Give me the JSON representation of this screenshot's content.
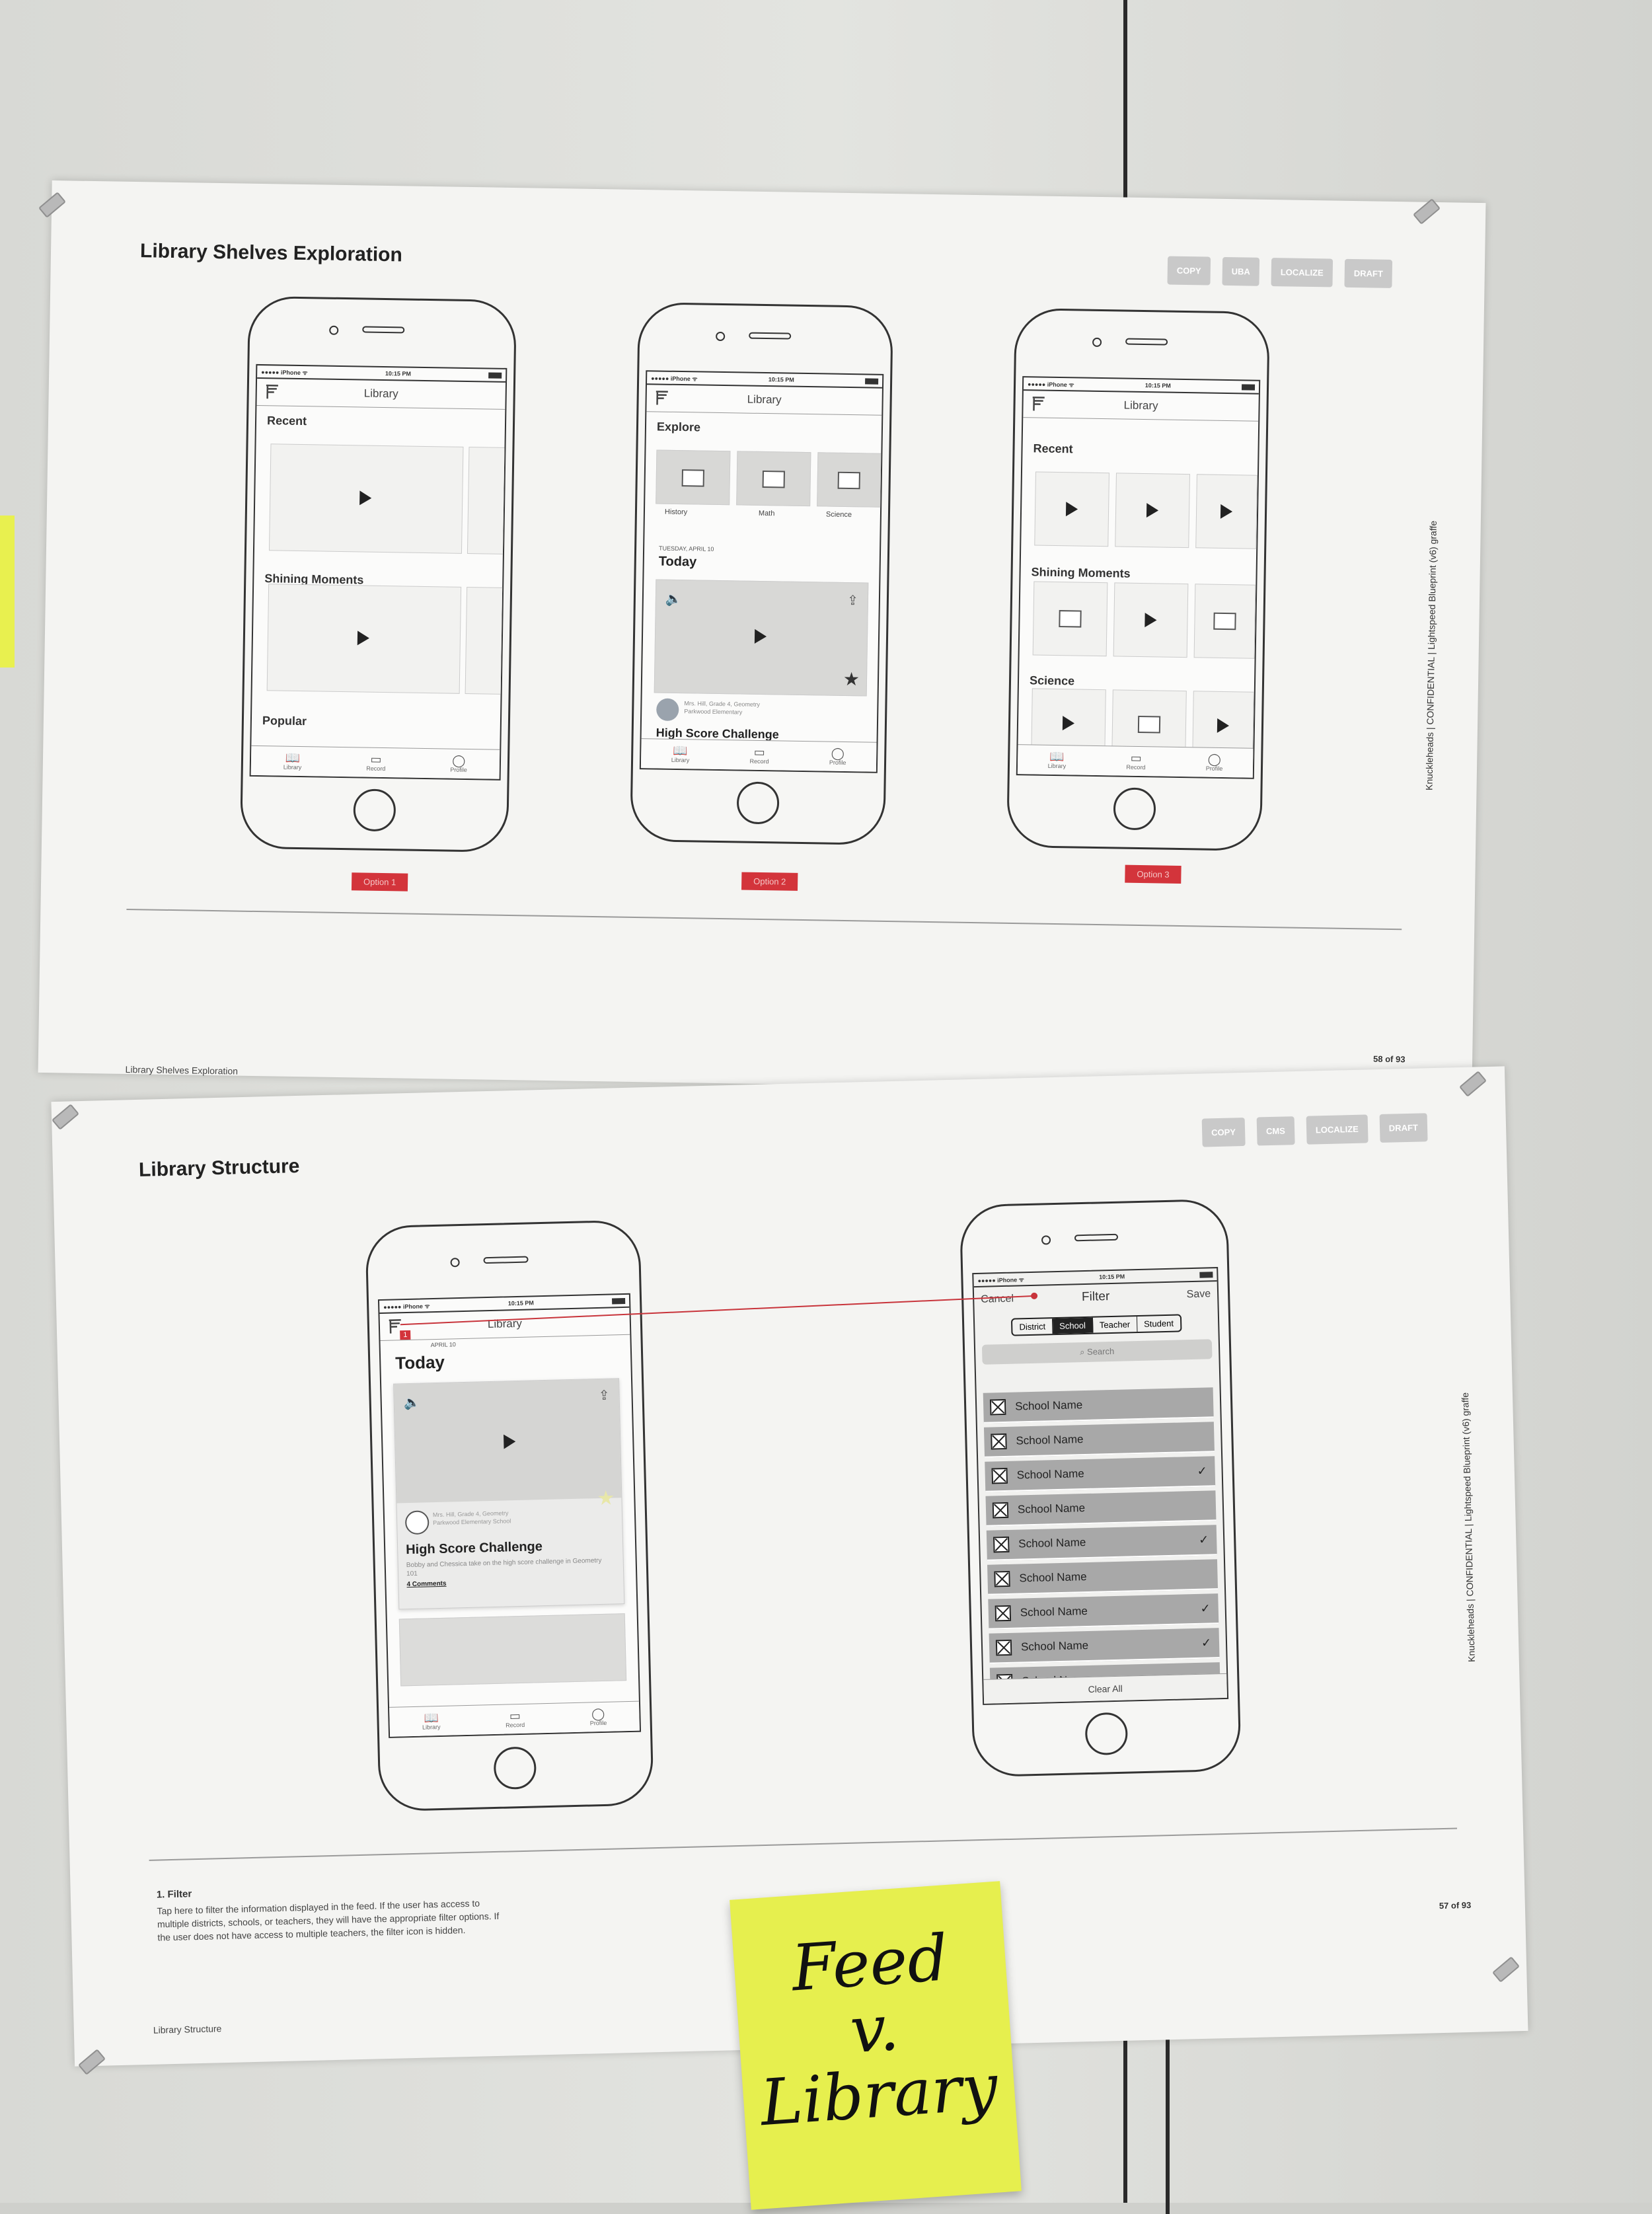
{
  "top_sheet": {
    "title": "Library Shelves Exploration",
    "tags": [
      "COPY",
      "UBA",
      "LOCALIZE",
      "DRAFT"
    ],
    "footer": "Library Shelves Exploration",
    "page": "58 of 93",
    "side_text": "Knuckleheads | CONFIDENTIAL | Lightspeed Blueprint (v6) graffe",
    "phones": [
      {
        "option": "Option 1",
        "status_left": "●●●●● iPhone ᯤ",
        "status_time": "10:15 PM",
        "nav_title": "Library",
        "sections": [
          "Recent",
          "Shining Moments",
          "Popular"
        ]
      },
      {
        "option": "Option 2",
        "status_left": "●●●●● iPhone ᯤ",
        "status_time": "10:15 PM",
        "nav_title": "Library",
        "explore_label": "Explore",
        "categories": [
          "History",
          "Math",
          "Science"
        ],
        "date": "TUESDAY, APRIL 10",
        "today_label": "Today",
        "meta": "Mrs. Hill, Grade 4, Geometry",
        "school": "Parkwood Elementary",
        "card_title": "High Score Challenge"
      },
      {
        "option": "Option 3",
        "status_left": "●●●●● iPhone ᯤ",
        "status_time": "10:15 PM",
        "nav_title": "Library",
        "sections": [
          "Recent",
          "Shining Moments",
          "Science"
        ]
      }
    ],
    "tabs": [
      "Library",
      "Record",
      "Profile"
    ]
  },
  "bottom_sheet": {
    "title": "Library Structure",
    "tags": [
      "COPY",
      "CMS",
      "LOCALIZE",
      "DRAFT"
    ],
    "footer": "Library Structure",
    "page": "57 of 93",
    "side_text": "Knuckleheads | CONFIDENTIAL | Lightspeed Blueprint (v6) graffe",
    "feed_phone": {
      "status_left": "●●●●● iPhone ᯤ",
      "status_time": "10:15 PM",
      "nav_title": "Library",
      "badge": "1",
      "date": "APRIL 10",
      "today_label": "Today",
      "meta": "Mrs. Hill, Grade 4, Geometry",
      "school": "Parkwood Elementary School",
      "card_title": "High Score Challenge",
      "card_desc": "Bobby and Chessica take on the high score challenge in Geometry 101",
      "comments": "4 Comments"
    },
    "filter_phone": {
      "status_left": "●●●●● iPhone ᯤ",
      "status_time": "10:15 PM",
      "cancel": "Cancel",
      "title": "Filter",
      "save": "Save",
      "segments": [
        "District",
        "School",
        "Teacher",
        "Student"
      ],
      "selected_segment": "School",
      "search_placeholder": "Search",
      "rows": [
        {
          "label": "School Name",
          "checked": false
        },
        {
          "label": "School Name",
          "checked": false
        },
        {
          "label": "School Name",
          "checked": true
        },
        {
          "label": "School Name",
          "checked": false
        },
        {
          "label": "School Name",
          "checked": true
        },
        {
          "label": "School Name",
          "checked": false
        },
        {
          "label": "School Name",
          "checked": true
        },
        {
          "label": "School Name",
          "checked": true
        },
        {
          "label": "School Name",
          "checked": false
        }
      ],
      "clear_all": "Clear All"
    },
    "tabs": [
      "Library",
      "Record",
      "Profile"
    ],
    "note": {
      "heading": "1. Filter",
      "body": "Tap here to filter the information displayed in the feed. If the user has access to multiple districts, schools, or teachers, they will have the appropriate filter options. If the user does not have access to multiple teachers, the filter icon is hidden."
    }
  },
  "sticky_note": {
    "lines": [
      "Feed",
      "v.",
      "Library"
    ]
  },
  "colors": {
    "accent_red": "#d3343b",
    "sticky_yellow": "#e6ef4e",
    "tag_gray": "#c9c9c9"
  }
}
